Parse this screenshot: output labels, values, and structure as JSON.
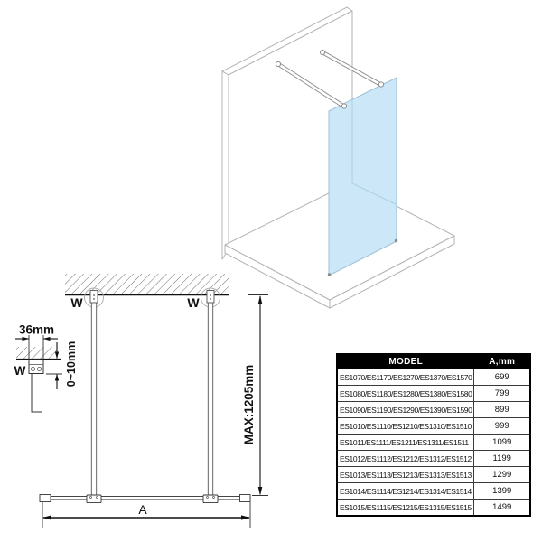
{
  "labels": {
    "w_left": "W",
    "w_right": "W",
    "w_detail": "W",
    "bracket_width": "36mm",
    "gap_range": "0~10mm",
    "max_height": "MAX:1205mm",
    "width_dim": "A"
  },
  "table": {
    "headers": [
      "MODEL",
      "A,mm"
    ],
    "rows": [
      {
        "model": "ES1070/ES1170/ES1270/ES1370/ES1570",
        "a_mm": "699"
      },
      {
        "model": "ES1080/ES1180/ES1280/ES1380/ES1580",
        "a_mm": "799"
      },
      {
        "model": "ES1090/ES1190/ES1290/ES1390/ES1590",
        "a_mm": "899"
      },
      {
        "model": "ES1010/ES1110/ES1210/ES1310/ES1510",
        "a_mm": "999"
      },
      {
        "model": "ES1011/ES1111/ES1211/ES1311/ES1511",
        "a_mm": "1099"
      },
      {
        "model": "ES1012/ES1112/ES1212/ES1312/ES1512",
        "a_mm": "1199"
      },
      {
        "model": "ES1013/ES1113/ES1213/ES1313/ES1513",
        "a_mm": "1299"
      },
      {
        "model": "ES1014/ES1114/ES1214/ES1314/ES1514",
        "a_mm": "1399"
      },
      {
        "model": "ES1015/ES1115/ES1215/ES1315/ES1515",
        "a_mm": "1499"
      }
    ]
  },
  "colors": {
    "glass_fill": "#cbe7f8",
    "glass_edge": "#9fc0d6",
    "iso_line": "#b3b3b3",
    "drawing_line": "#1a1a1a",
    "header_bg": "#000000",
    "header_text": "#ffffff"
  }
}
